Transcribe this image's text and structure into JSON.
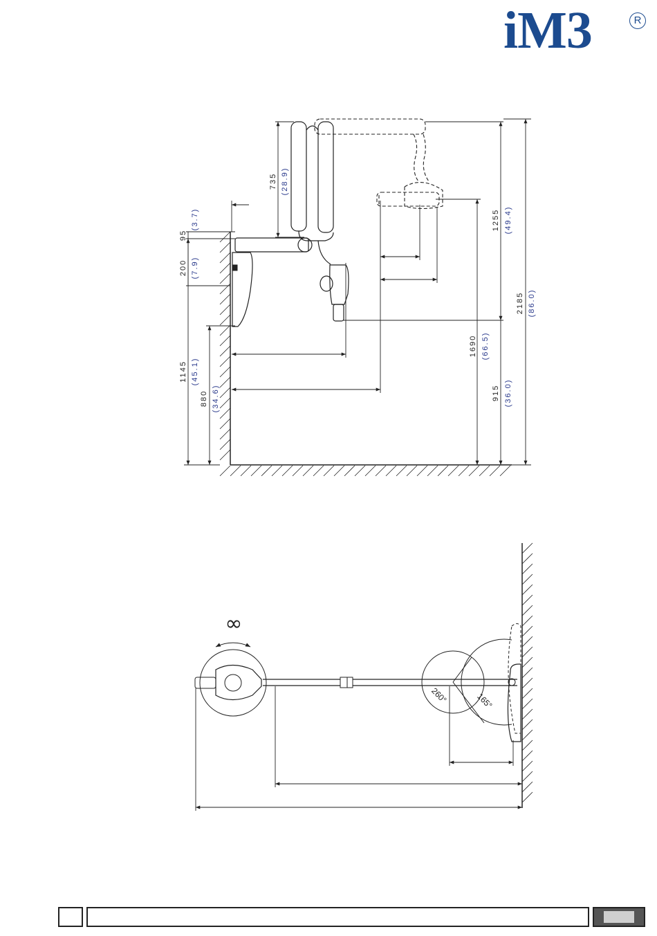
{
  "logo": {
    "text": "iM3",
    "registered": "R",
    "color": "#1c4b8f"
  },
  "side_view": {
    "dims_mm": {
      "d95": "95",
      "d200": "200",
      "d1145": "1145",
      "d880": "880",
      "d735": "735",
      "d1690": "1690",
      "d1255": "1255",
      "d915": "915",
      "d2185": "2185"
    },
    "dims_in": {
      "d95": "(3.7)",
      "d200": "(7.9)",
      "d1145": "(45.1)",
      "d880": "(34.6)",
      "d735": "(28.9)",
      "d1690": "(66.5)",
      "d1255": "(49.4)",
      "d915": "(36.0)",
      "d2185": "(86.0)"
    }
  },
  "top_view": {
    "infinity_symbol": "∞",
    "angle_head": "260°",
    "angle_mount": "165°"
  },
  "colors": {
    "inch_text": "#2a3a8c",
    "line": "#222222",
    "brand": "#1c4b8f"
  }
}
